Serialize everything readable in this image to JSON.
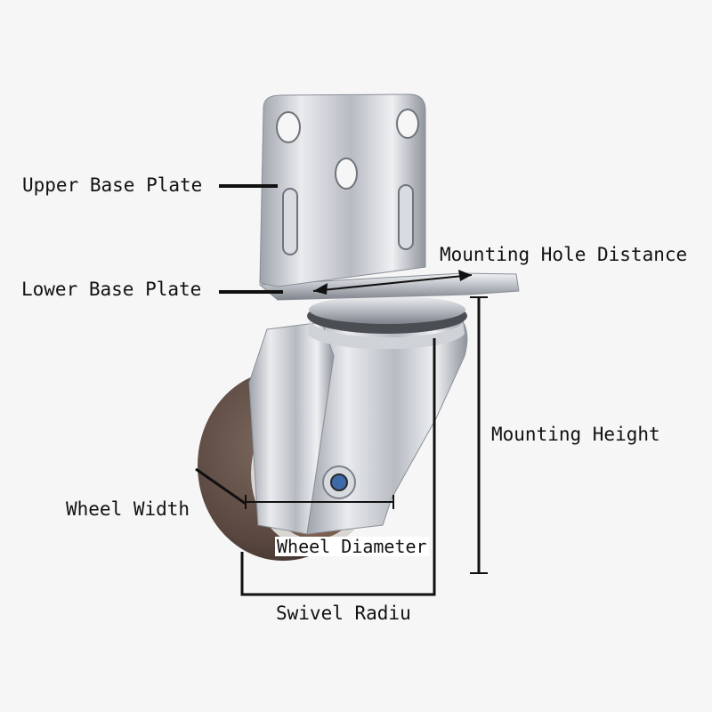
{
  "labels": {
    "upper_base_plate": "Upper Base Plate",
    "lower_base_plate": "Lower Base Plate",
    "mounting_hole_distance": "Mounting Hole Distance",
    "mounting_height": "Mounting Height",
    "wheel_width": "Wheel Width",
    "wheel_diameter": "Wheel Diameter",
    "swivel_radius": "Swivel Radiu"
  },
  "colors": {
    "background": "#f6f6f6",
    "annotation_lines": "#111111",
    "metal": "#c9ccd2",
    "wheel_tread": "#5e4c44",
    "wheel_hub": "#8b6a5c"
  }
}
